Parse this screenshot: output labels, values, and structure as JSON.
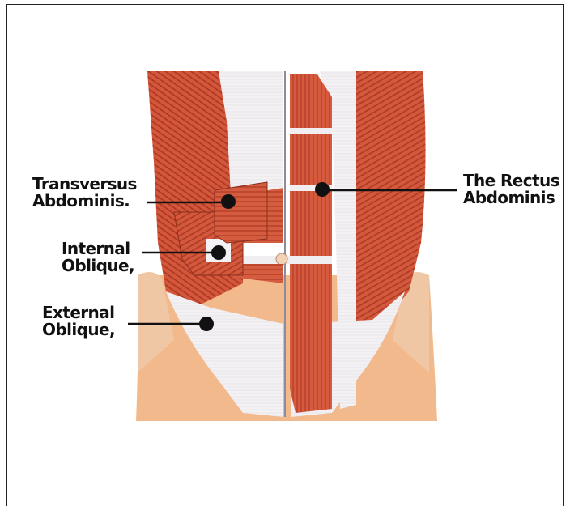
{
  "diagram": {
    "labels": {
      "transversus": {
        "line1": "Transversus",
        "line2": "Abdominis."
      },
      "internal": {
        "line1": "Internal",
        "line2": "Oblique,"
      },
      "external": {
        "line1": "External",
        "line2": "Oblique,"
      },
      "rectus": {
        "line1": "The Rectus",
        "line2": "Abdominis"
      }
    },
    "colors": {
      "muscle": "#d85a3e",
      "muscle_dark": "#a8341f",
      "fascia": "#f2f0f2",
      "skin": "#f2b889",
      "pointer": "#111111"
    }
  }
}
